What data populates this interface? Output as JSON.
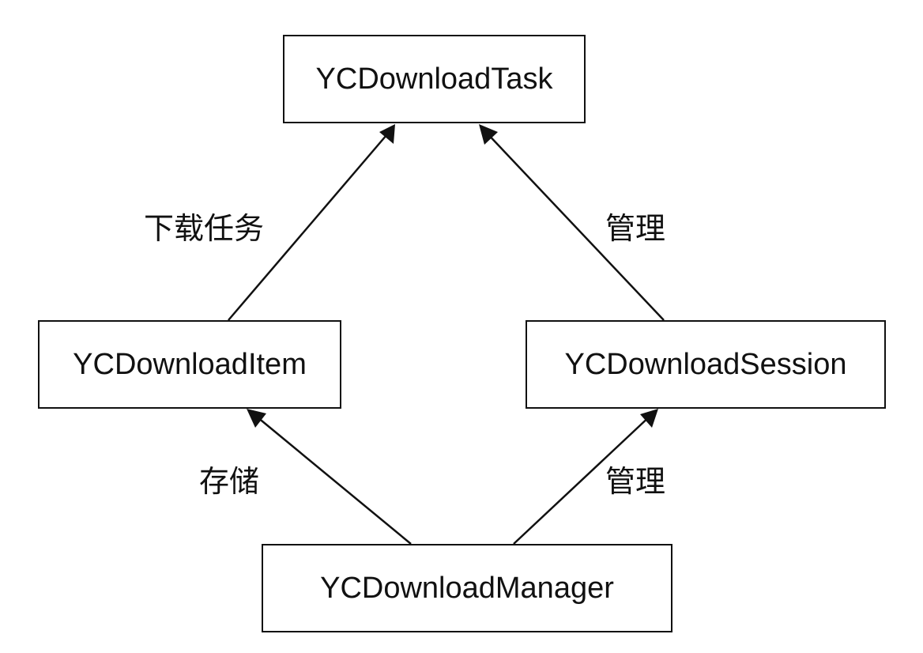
{
  "nodes": {
    "task": "YCDownloadTask",
    "item": "YCDownloadItem",
    "session": "YCDownloadSession",
    "manager": "YCDownloadManager"
  },
  "edges": [
    {
      "from": "item",
      "to": "task",
      "label": "下载任务"
    },
    {
      "from": "session",
      "to": "task",
      "label": "管理"
    },
    {
      "from": "manager",
      "to": "item",
      "label": "存储"
    },
    {
      "from": "manager",
      "to": "session",
      "label": "管理"
    }
  ],
  "colors": {
    "stroke": "#111111",
    "background": "#ffffff"
  }
}
